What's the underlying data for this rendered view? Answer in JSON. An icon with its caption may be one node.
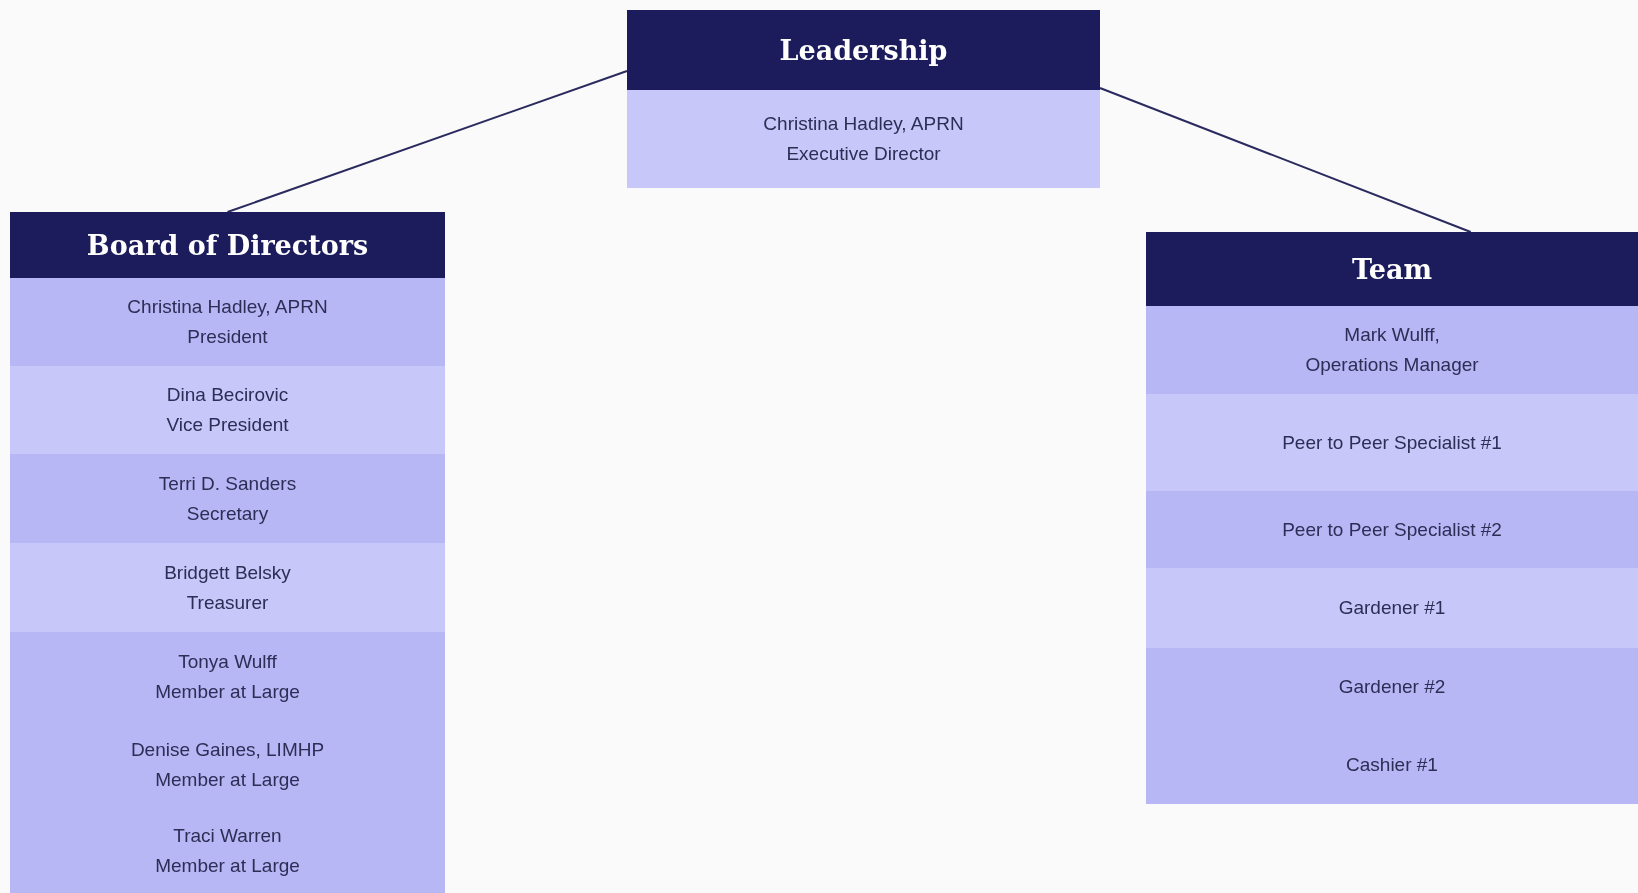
{
  "diagram": {
    "nodes": [
      {
        "text": [
          "Leadership"
        ]
      },
      {
        "text": [
          "Christina Hadley, APRN",
          "Executive Director"
        ],
        "in": 0
      },
      {
        "text": [
          "Board of Directors"
        ]
      },
      {
        "text": [
          "Christina Hadley, APRN",
          "President"
        ],
        "in": 2
      },
      {
        "text": [
          "Dina Becirovic",
          "Vice President"
        ],
        "in": 2
      },
      {
        "text": [
          "Terri D. Sanders",
          "Secretary"
        ],
        "in": 2
      },
      {
        "text": [
          "Bridgett Belsky",
          "Treasurer"
        ],
        "in": 2
      },
      {
        "text": [
          "Tonya Wulff",
          "Member at Large"
        ],
        "in": 2
      },
      {
        "text": [
          "Denise Gaines, LIMHP",
          "Member at Large"
        ],
        "in": 2
      },
      {
        "text": [
          "Traci Warren",
          "Member at Large"
        ],
        "in": 2
      },
      {
        "text": [
          "Team"
        ]
      },
      {
        "text": [
          "Mark Wulff,",
          "Operations Manager"
        ],
        "in": 10
      },
      {
        "text": [
          "Peer to Peer Specialist #1"
        ],
        "in": 10
      },
      {
        "text": [
          "Peer to Peer Specialist #2"
        ],
        "in": 10
      },
      {
        "text": [
          "Gardener #1"
        ],
        "in": 10
      },
      {
        "text": [
          "Gardener #2"
        ],
        "in": 10
      },
      {
        "text": [
          "Cashier #1"
        ],
        "in": 10
      }
    ],
    "edges": [
      {
        "from": 0,
        "to": 2,
        "arrow": "none"
      },
      {
        "from": 0,
        "to": 10,
        "arrow": "none"
      }
    ]
  }
}
